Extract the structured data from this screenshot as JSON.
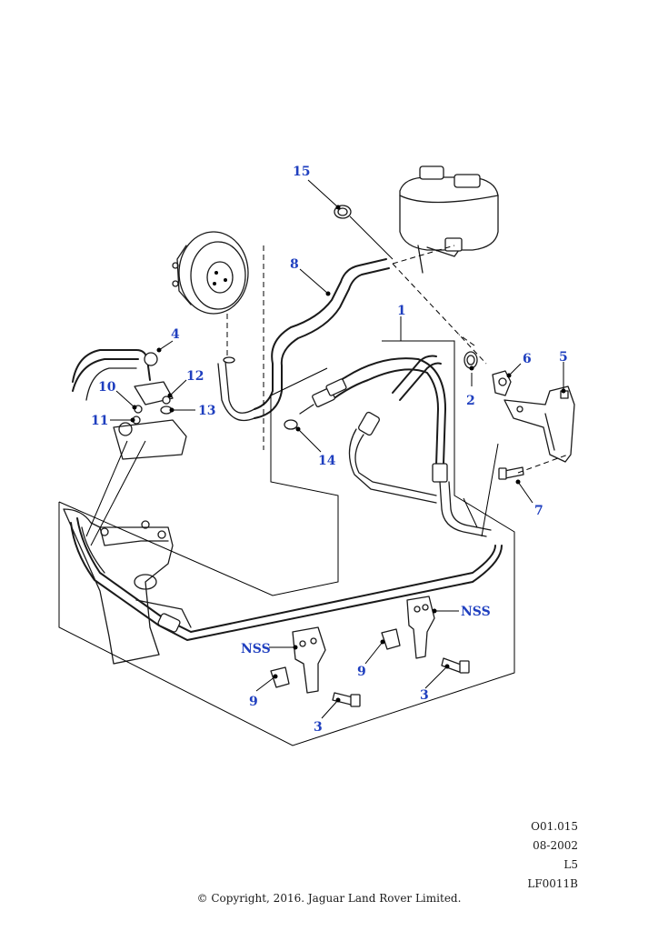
{
  "callouts": {
    "c1": "1",
    "c2": "2",
    "c3a": "3",
    "c3b": "3",
    "c4": "4",
    "c5": "5",
    "c6": "6",
    "c7": "7",
    "c8": "8",
    "c9a": "9",
    "c9b": "9",
    "c10": "10",
    "c11": "11",
    "c12": "12",
    "c13": "13",
    "c14": "14",
    "c15": "15",
    "nss_a": "NSS",
    "nss_b": "NSS"
  },
  "reference": {
    "code": "O01.015",
    "date": "08-2002",
    "level": "L5",
    "figure": "LF0011B"
  },
  "copyright": "© Copyright, 2016. Jaguar Land Rover Limited.",
  "colors": {
    "callout": "#1f3fbf",
    "line": "#1a1a1a"
  }
}
